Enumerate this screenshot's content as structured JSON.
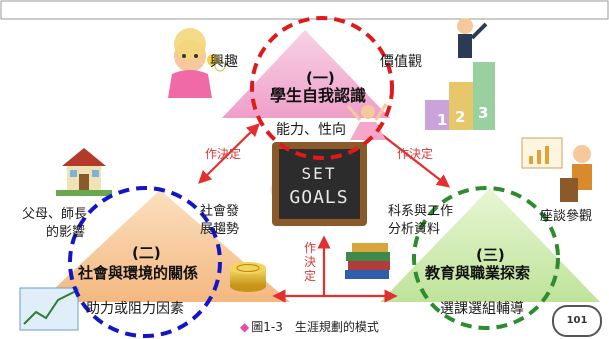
{
  "top": {
    "number": "(一)",
    "title": "學生自我認識",
    "left_label": "興趣",
    "right_label": "價值觀",
    "bottom_label": "能力、性向"
  },
  "left": {
    "number": "(二)",
    "title": "社會與環境的關係",
    "label_a_line1": "父母、師長",
    "label_a_line2": "的影響",
    "label_b_line1": "社會發",
    "label_b_line2": "展趨勢",
    "bottom_label": "助力或阻力因素"
  },
  "right": {
    "number": "(三)",
    "title": "教育與職業探索",
    "label_a_line1": "科系與工作",
    "label_a_line2": "分析資料",
    "label_b": "座談參觀",
    "bottom_label": "選課選組輔導"
  },
  "arrows": {
    "left_label": "作決定",
    "right_label": "作決定",
    "bottom_label_chars": [
      "作",
      "決",
      "定"
    ]
  },
  "chalkboard": {
    "line1": "SET",
    "line2": "GOALS"
  },
  "figure_caption": "圖1-3　生涯規劃的模式",
  "page_number": "101",
  "decor": {
    "blocks": [
      "1",
      "2",
      "3"
    ]
  },
  "colors": {
    "pink_triangle": "#f2b8d6",
    "orange_triangle": "#f7cfa5",
    "green_triangle": "#d4edb0",
    "red_circle": "#e0191b",
    "blue_circle": "#1515c8",
    "green_circle": "#2e8b2e",
    "arrow_red": "#e23030"
  }
}
